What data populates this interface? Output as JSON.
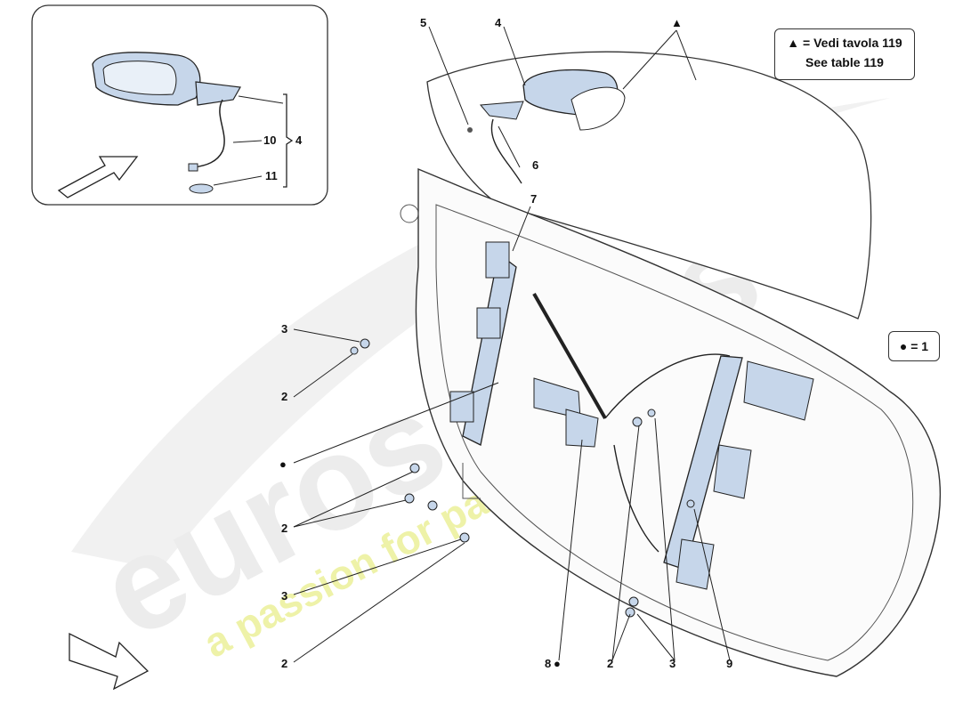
{
  "watermark": {
    "brand": "eurospares",
    "tagline": "a passion for parts since 1985"
  },
  "legend": {
    "table_line1": "▲ = Vedi tavola 119",
    "table_line2": "See table 119",
    "dot_text": "● = 1"
  },
  "callouts": {
    "n2": "2",
    "n3": "3",
    "n4": "4",
    "n5": "5",
    "n6": "6",
    "n7": "7",
    "n8": "8",
    "n9": "9",
    "n10": "10",
    "n11": "11",
    "triangle": "▲",
    "dot": "●"
  },
  "colors": {
    "part_fill": "#c6d6ea",
    "line": "#222222",
    "watermark_grey": "#e6e6e6",
    "watermark_yellow": "#eef2a8"
  }
}
